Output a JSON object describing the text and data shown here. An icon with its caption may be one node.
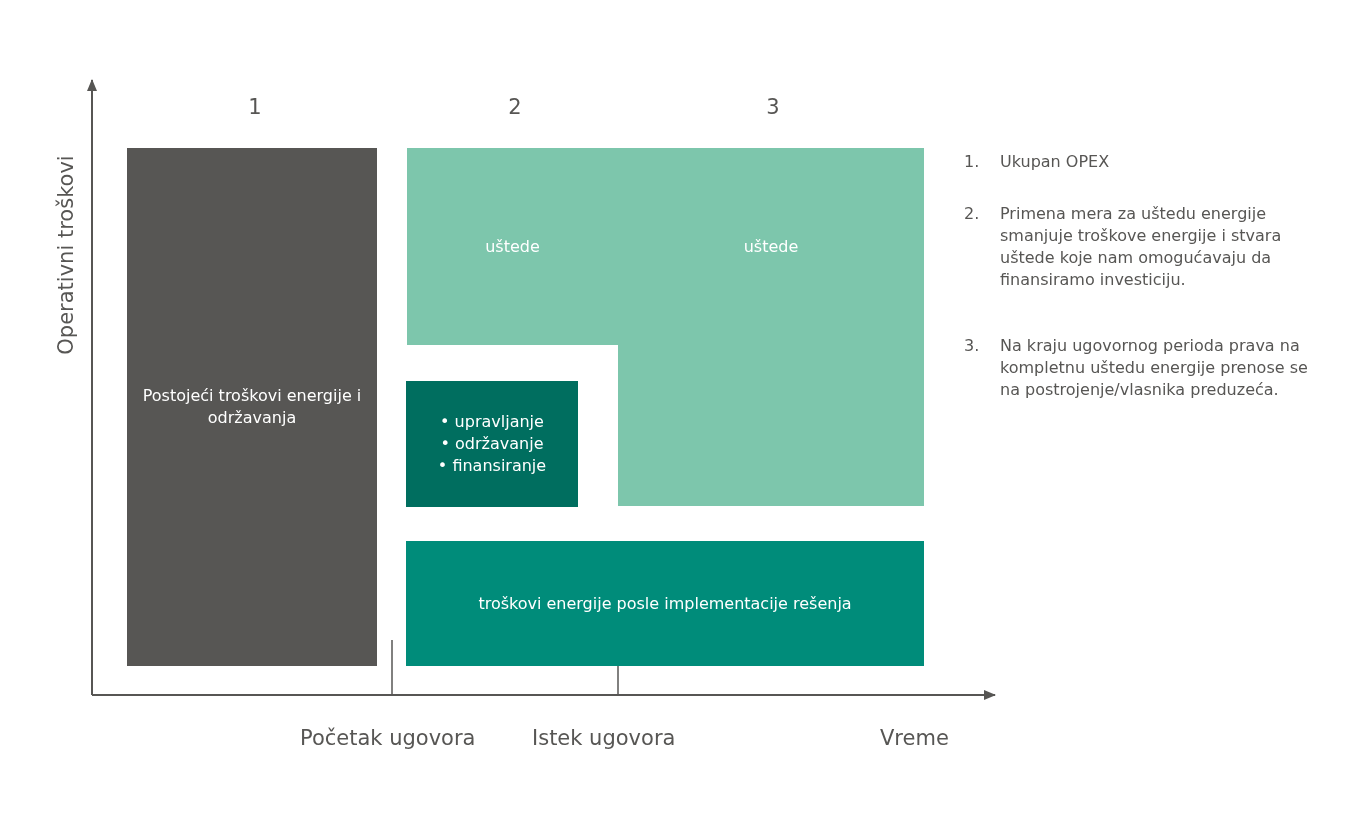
{
  "diagram": {
    "nodes": [
      {
        "text": [
          "Postojeći troškovi energije i održavanja"
        ]
      },
      {
        "text": [
          "uštede"
        ]
      },
      {
        "text": [
          "uštede"
        ]
      },
      {
        "text": [
          "• upravljanje",
          "• održavanje",
          "• finansiranje"
        ]
      },
      {
        "text": [
          "troškovi energije posle implementacije rešenja"
        ]
      }
    ],
    "labels": [
      "1",
      "2",
      "3",
      "Operativni troškovi",
      "1.",
      "Ukupan OPEX",
      "2.",
      "Primena mera za uštedu energije smanjuje troškove energije i stvara uštede koje nam omogućavaju da finansiramo investiciju.",
      "3.",
      "Na kraju ugovornog perioda prava na kompletnu uštedu energije prenose se na postrojenje/vlasnika preduzeća.",
      "Početak ugovora",
      "Istek ugovora",
      "Vreme"
    ]
  }
}
